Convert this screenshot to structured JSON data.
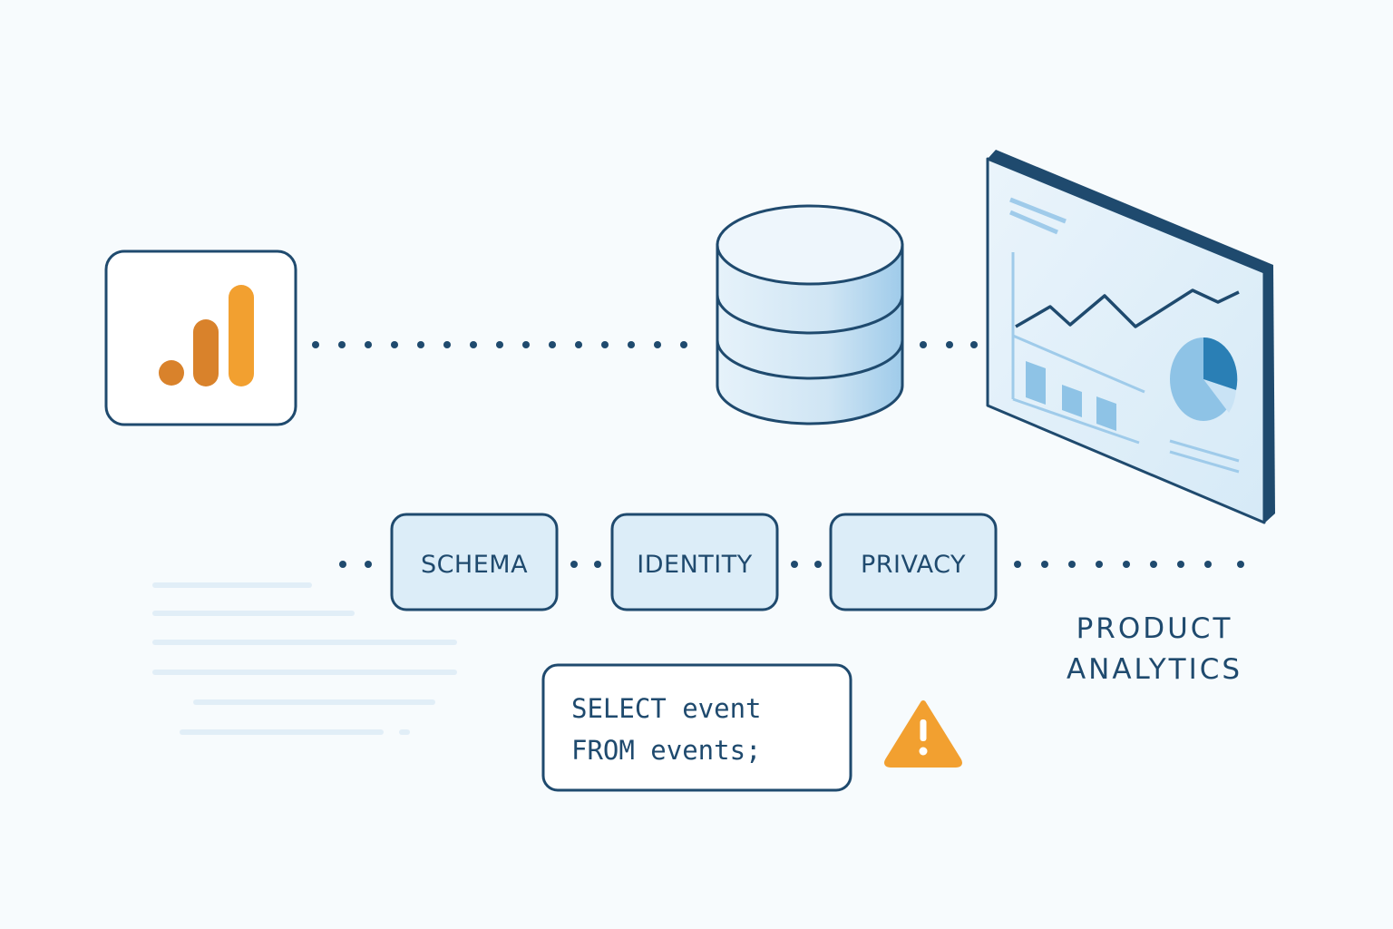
{
  "pipeline": {
    "steps": [
      {
        "label": "SCHEMA"
      },
      {
        "label": "IDENTITY"
      },
      {
        "label": "PRIVACY"
      }
    ]
  },
  "code": {
    "line1": "SELECT event",
    "line2": "FROM events;"
  },
  "caption": {
    "line1": "PRODUCT",
    "line2": "ANALYTICS"
  },
  "icons": {
    "source": "analytics-bar-logo-icon",
    "warehouse": "database-icon",
    "dashboard": "dashboard-screen-icon",
    "warning": "warning-triangle-icon"
  },
  "colors": {
    "outline": "#1f4a6e",
    "accent_orange": "#f2a030",
    "accent_orange_dark": "#d9822b",
    "fill_light_blue": "#dcedf8",
    "chart_blue": "#8ec3e6",
    "chart_blue_dark": "#2a7fb5"
  }
}
